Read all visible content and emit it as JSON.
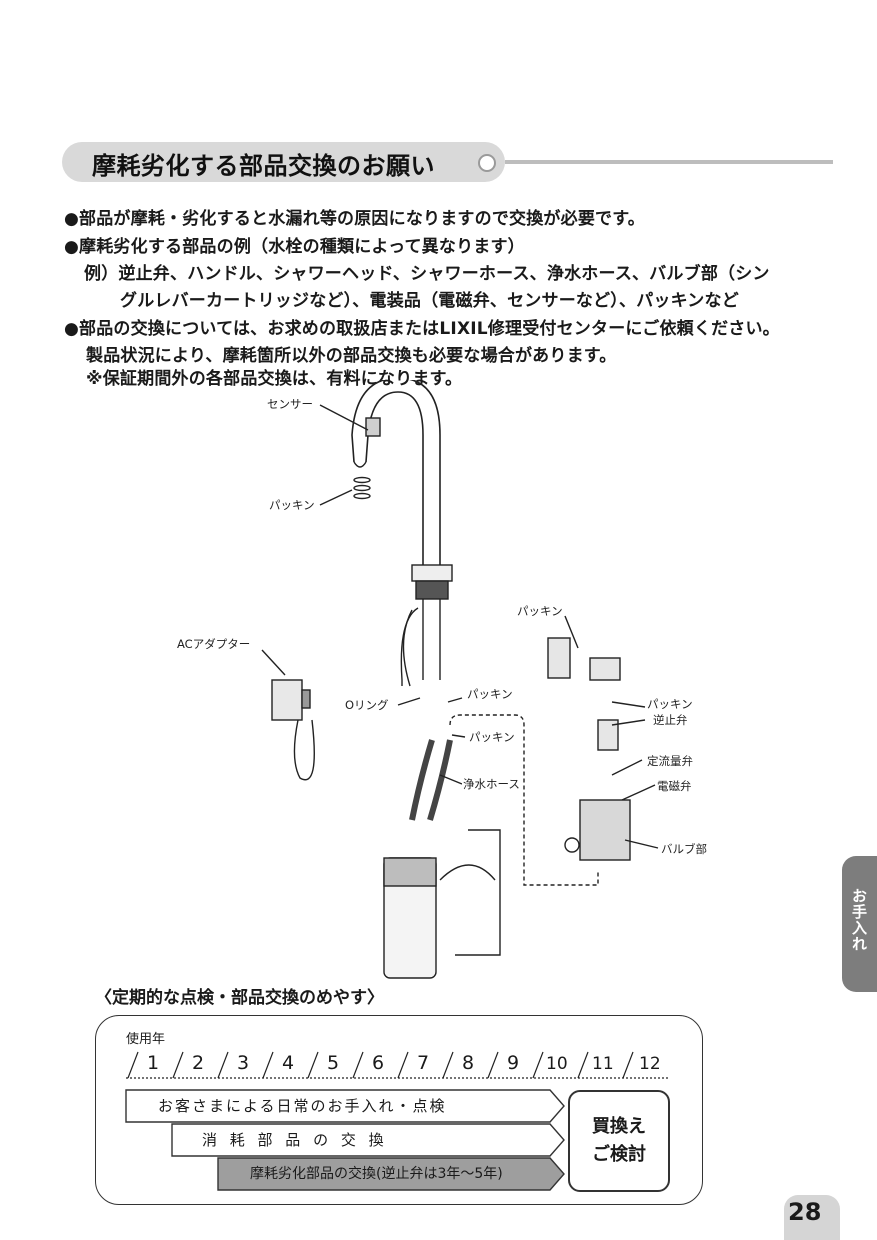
{
  "heading": "摩耗劣化する部品交換のお願い",
  "body_lines": [
    "●部品が摩耗・劣化すると水漏れ等の原因になりますので交換が必要です。",
    "●摩耗劣化する部品の例（水栓の種類によって異なります）",
    "例）逆止弁、ハンドル、シャワーヘッド、シャワーホース、浄水ホース、バルブ部（シン",
    "グルレバーカートリッジなど）、電装品（電磁弁、センサーなど）、パッキンなど",
    "●部品の交換については、お求めの取扱店またはLIXIL修理受付センターにご依頼ください。",
    "製品状況により、摩耗箇所以外の部品交換も必要な場合があります。",
    "※保証期間外の各部品交換は、有料になります。"
  ],
  "diagram_labels": {
    "sensor": "センサー",
    "packing_1": "パッキン",
    "ac_adapter": "ACアダプター",
    "packing_2": "パッキン",
    "o_ring": "Oリング",
    "packing_3": "パッキン",
    "packing_4": "パッキン",
    "packing_5": "パッキン",
    "check_valve": "逆止弁",
    "flow_valve": "定流量弁",
    "solenoid_valve": "電磁弁",
    "purify_hose": "浄水ホース",
    "valve_part": "バルブ部"
  },
  "schedule": {
    "title": "〈定期的な点検・部品交換のめやす〉",
    "used_years_label": "使用年",
    "years": [
      "1",
      "2",
      "3",
      "4",
      "5",
      "6",
      "7",
      "8",
      "9",
      "10",
      "11",
      "12"
    ],
    "band_daily": "お客さまによる日常のお手入れ・点検",
    "band_consumables": "消 耗 部 品 の 交 換",
    "band_wear": "摩耗劣化部品の交換(逆止弁は3年〜5年)",
    "replace_line1": "買換え",
    "replace_line2": "ご検討"
  },
  "side_tab": "お手入れ",
  "page_number": "28"
}
